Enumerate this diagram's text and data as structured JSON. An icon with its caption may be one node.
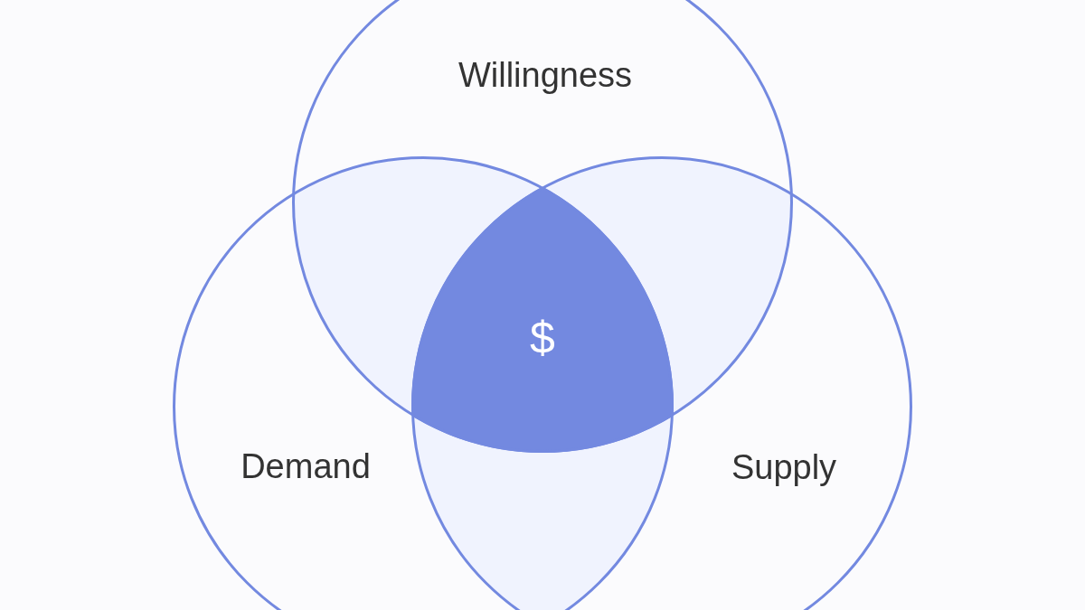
{
  "diagram": {
    "nodes": [
      {
        "text": [
          "Willingness"
        ]
      },
      {
        "text": [
          "Demand"
        ]
      },
      {
        "text": [
          "Supply"
        ]
      }
    ],
    "labels": [
      "$"
    ]
  }
}
